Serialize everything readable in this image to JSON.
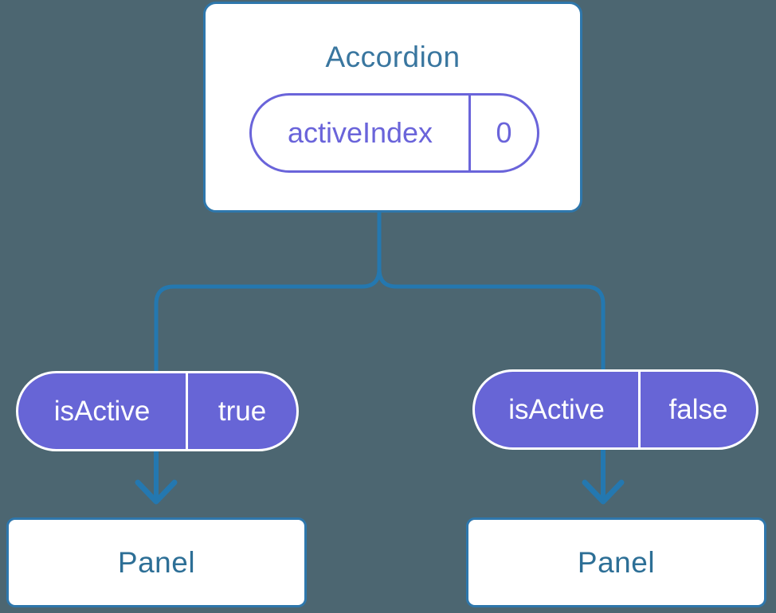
{
  "colors": {
    "background": "#4c6671",
    "connector_blue": "#2478b0",
    "node_border_blue": "#2e77ac",
    "title_text_blue": "#39769f",
    "panel_text_blue": "#2d6f96",
    "pill_fill_purple": "#6765d6",
    "pill_outline_purple": "#6a64da",
    "pill_text_white": "#ffffff"
  },
  "root_node": {
    "title": "Accordion",
    "state_pill": {
      "label": "activeIndex",
      "value": "0"
    }
  },
  "left_branch": {
    "prop_pill": {
      "label": "isActive",
      "value": "true"
    },
    "panel": {
      "label": "Panel"
    }
  },
  "right_branch": {
    "prop_pill": {
      "label": "isActive",
      "value": "false"
    },
    "panel": {
      "label": "Panel"
    }
  }
}
